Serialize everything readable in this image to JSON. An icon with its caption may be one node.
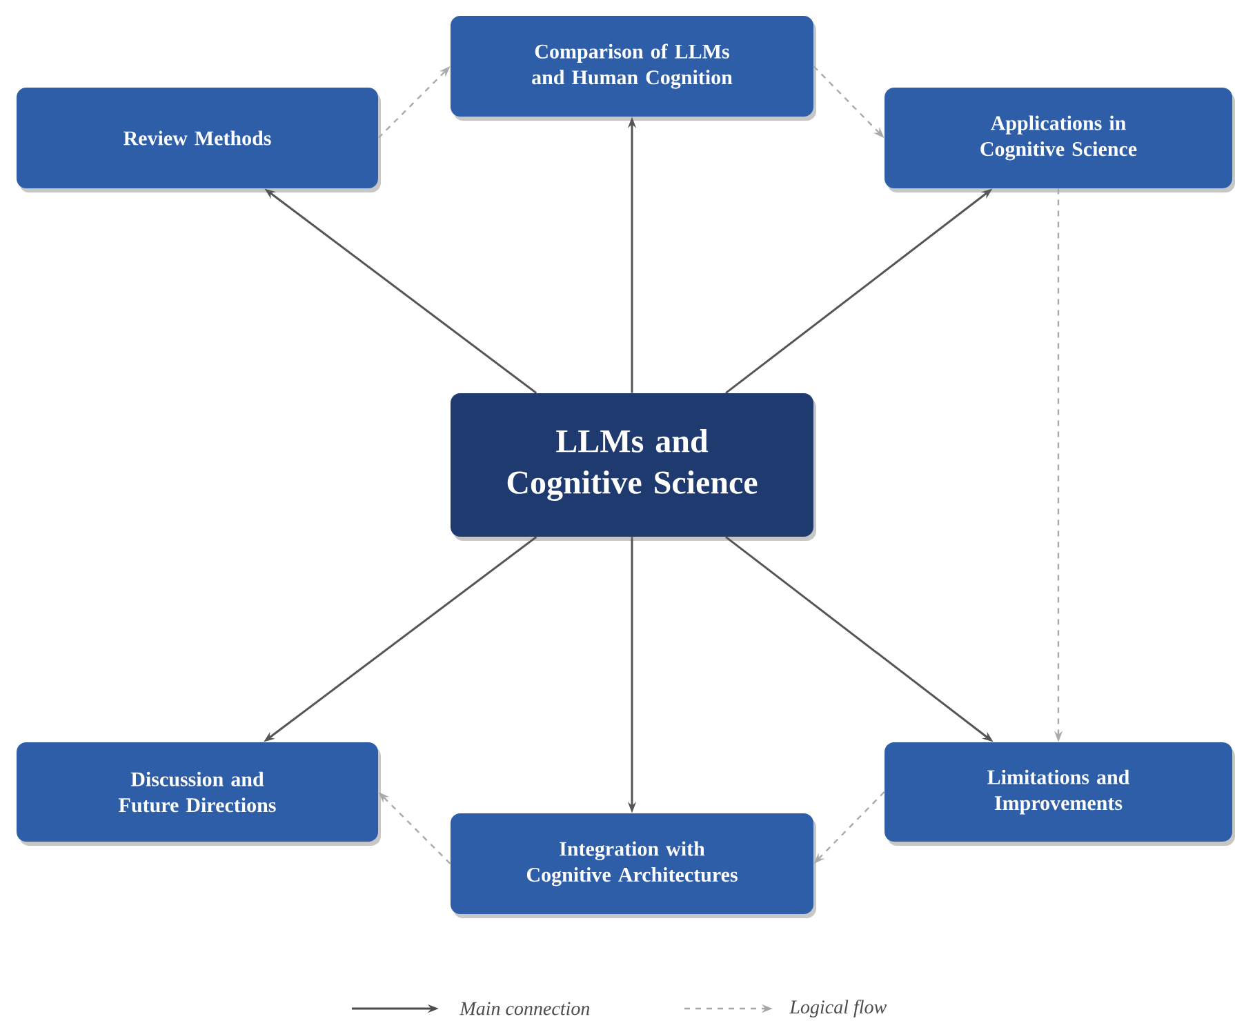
{
  "diagram": {
    "nodes": [
      {
        "text": [
          "LLMs and Cognitive Science"
        ]
      },
      {
        "text": [
          "Review Methods"
        ]
      },
      {
        "text": [
          "Comparison of LLMs and Human Cognition"
        ]
      },
      {
        "text": [
          "Applications in Cognitive Science"
        ]
      },
      {
        "text": [
          "Limitations and Improvements"
        ]
      },
      {
        "text": [
          "Integration with Cognitive Architectures"
        ]
      },
      {
        "text": [
          "Discussion and Future Directions"
        ]
      }
    ],
    "edges": [
      {
        "from": 0,
        "to": 1,
        "arrow": "to"
      },
      {
        "from": 0,
        "to": 2,
        "arrow": "to"
      },
      {
        "from": 0,
        "to": 3,
        "arrow": "to"
      },
      {
        "from": 0,
        "to": 6,
        "arrow": "to"
      },
      {
        "from": 0,
        "to": 5,
        "arrow": "to"
      },
      {
        "from": 0,
        "to": 4,
        "arrow": "to"
      },
      {
        "from": 1,
        "to": 2,
        "arrow": "to",
        "style": "dashed",
        "color": "#aaaaaa"
      },
      {
        "from": 2,
        "to": 3,
        "arrow": "to",
        "style": "dashed",
        "color": "#aaaaaa"
      },
      {
        "from": 3,
        "to": 4,
        "arrow": "to",
        "style": "dashed",
        "color": "#aaaaaa"
      },
      {
        "from": 4,
        "to": 5,
        "arrow": "to",
        "style": "dashed",
        "color": "#aaaaaa"
      },
      {
        "from": 5,
        "to": 6,
        "arrow": "to",
        "style": "dashed",
        "color": "#aaaaaa"
      }
    ],
    "legend": [
      {
        "text": "Main connection"
      },
      {
        "text": "Logical flow"
      }
    ]
  }
}
